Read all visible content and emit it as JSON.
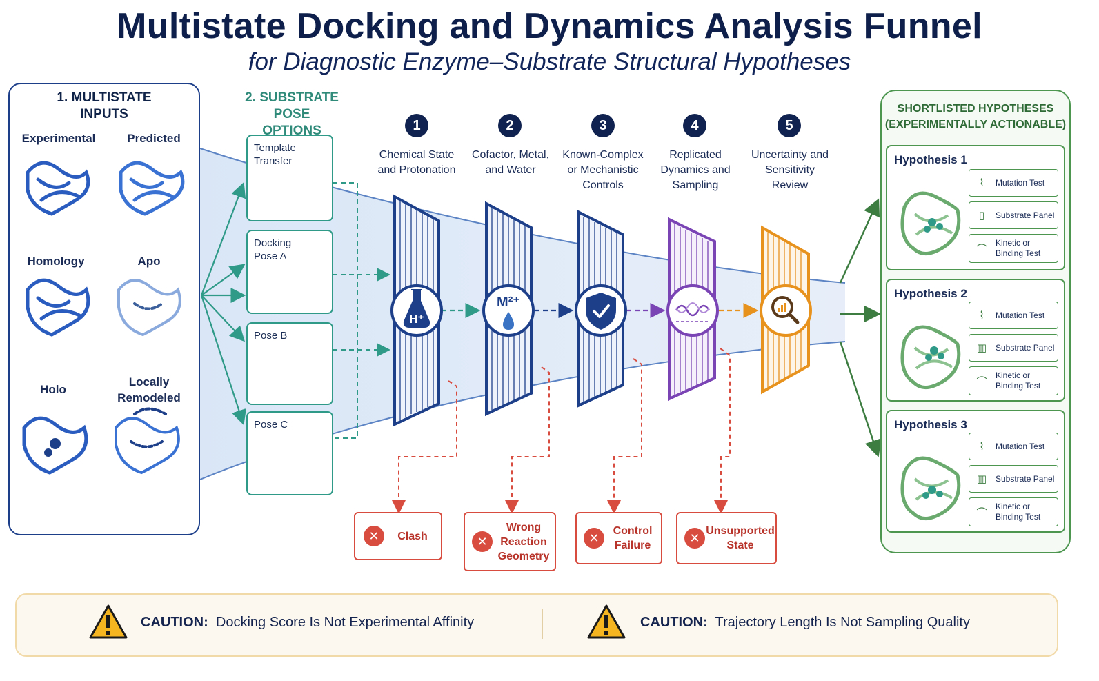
{
  "title": "Multistate Docking and Dynamics Analysis Funnel",
  "subtitle": "for Diagnostic Enzyme–Substrate Structural Hypotheses",
  "inputs": {
    "heading_line1": "1. MULTISTATE",
    "heading_line2": "INPUTS",
    "items": [
      "Experimental",
      "Predicted",
      "Homology",
      "Apo",
      "Holo",
      "Locally Remodeled"
    ]
  },
  "poses": {
    "heading_line1": "2. SUBSTRATE POSE",
    "heading_line2": "OPTIONS",
    "items": [
      {
        "line1": "Template",
        "line2": "Transfer"
      },
      {
        "line1": "Docking",
        "line2": "Pose A"
      },
      {
        "line1": "Pose B",
        "line2": ""
      },
      {
        "line1": "Pose C",
        "line2": ""
      }
    ]
  },
  "stages": [
    {
      "num": "1",
      "line1": "Chemical State",
      "line2": "and Protonation",
      "line3": "",
      "icon": "flask-icon",
      "color": "#1d3f8a",
      "symbol": "H⁺"
    },
    {
      "num": "2",
      "line1": "Cofactor, Metal,",
      "line2": "and Water",
      "line3": "",
      "icon": "metal-droplet-icon",
      "color": "#1d3f8a",
      "symbol": "M²⁺"
    },
    {
      "num": "3",
      "line1": "Known-Complex",
      "line2": "or Mechanistic",
      "line3": "Controls",
      "icon": "shield-check-icon",
      "color": "#1d3f8a",
      "symbol": ""
    },
    {
      "num": "4",
      "line1": "Replicated",
      "line2": "Dynamics and",
      "line3": "Sampling",
      "icon": "trajectory-wave-icon",
      "color": "#7a44b5",
      "symbol": ""
    },
    {
      "num": "5",
      "line1": "Uncertainty and",
      "line2": "Sensitivity",
      "line3": "Review",
      "icon": "magnifier-chart-icon",
      "color": "#e8921e",
      "symbol": ""
    }
  ],
  "failures": [
    {
      "line1": "Clash",
      "line2": "",
      "line3": ""
    },
    {
      "line1": "Wrong",
      "line2": "Reaction",
      "line3": "Geometry"
    },
    {
      "line1": "Control",
      "line2": "Failure",
      "line3": ""
    },
    {
      "line1": "Unsupported",
      "line2": "State",
      "line3": ""
    }
  ],
  "shortlist": {
    "heading_line1": "SHORTLISTED HYPOTHESES",
    "heading_line2": "(EXPERIMENTALLY ACTIONABLE)",
    "hypotheses": [
      {
        "title": "Hypothesis 1",
        "tests": [
          {
            "line1": "Mutation Test",
            "line2": ""
          },
          {
            "line1": "Substrate Panel",
            "line2": ""
          },
          {
            "line1": "Kinetic or",
            "line2": "Binding Test"
          }
        ]
      },
      {
        "title": "Hypothesis 2",
        "tests": [
          {
            "line1": "Mutation Test",
            "line2": ""
          },
          {
            "line1": "Substrate Panel",
            "line2": ""
          },
          {
            "line1": "Kinetic or",
            "line2": "Binding Test"
          }
        ]
      },
      {
        "title": "Hypothesis 3",
        "tests": [
          {
            "line1": "Mutation Test",
            "line2": ""
          },
          {
            "line1": "Substrate Panel",
            "line2": ""
          },
          {
            "line1": "Kinetic or",
            "line2": "Binding Test"
          }
        ]
      }
    ]
  },
  "cautions": [
    {
      "label": "CAUTION:",
      "text": "Docking Score Is Not Experimental Affinity"
    },
    {
      "label": "CAUTION:",
      "text": "Trajectory Length Is Not Sampling Quality"
    }
  ],
  "colors": {
    "navy": "#1d3f8a",
    "teal": "#2f9a88",
    "red": "#d84b3f",
    "green": "#4c9650",
    "purple": "#7a44b5",
    "orange": "#e8921e"
  }
}
